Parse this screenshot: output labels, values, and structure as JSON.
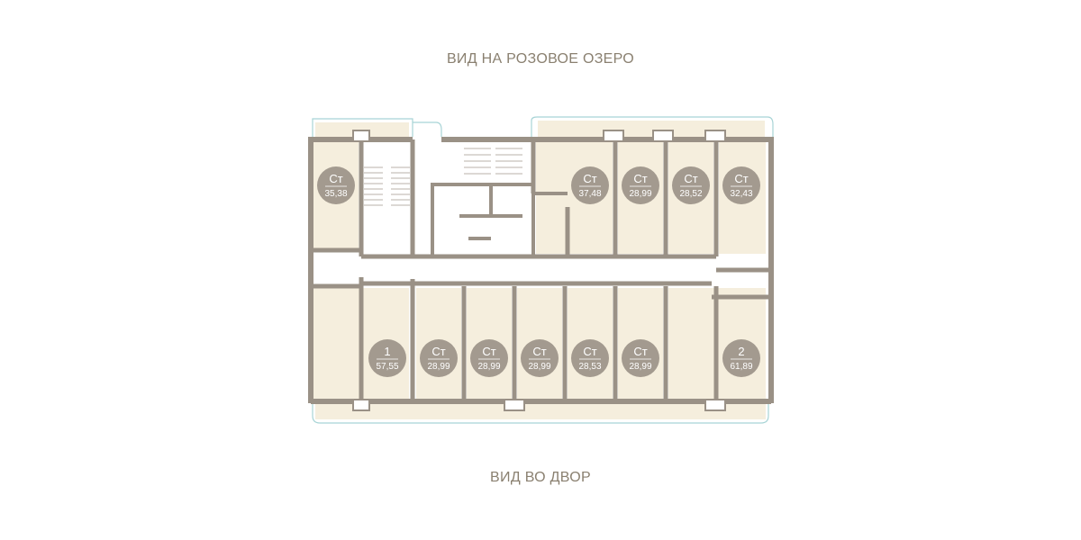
{
  "captions": {
    "top": "ВИД  НА РОЗОВОЕ ОЗЕРО",
    "bottom": "ВИД ВО ДВОР"
  },
  "colors": {
    "wall": "#9a9186",
    "apartment_fill": "#f5eedd",
    "badge": "#a39a8f",
    "glass": "#a8d4d6",
    "caption": "#8a8070"
  },
  "apartments": {
    "top_row": [
      {
        "type": "Ст",
        "area": "35,38"
      },
      {
        "type": "Ст",
        "area": "37,48"
      },
      {
        "type": "Ст",
        "area": "28,99"
      },
      {
        "type": "Ст",
        "area": "28,52"
      },
      {
        "type": "Ст",
        "area": "32,43"
      }
    ],
    "bottom_row": [
      {
        "type": "1",
        "area": "57,55"
      },
      {
        "type": "Ст",
        "area": "28,99"
      },
      {
        "type": "Ст",
        "area": "28,99"
      },
      {
        "type": "Ст",
        "area": "28,99"
      },
      {
        "type": "Ст",
        "area": "28,53"
      },
      {
        "type": "Ст",
        "area": "28,99"
      },
      {
        "type": "2",
        "area": "61,89"
      }
    ]
  }
}
